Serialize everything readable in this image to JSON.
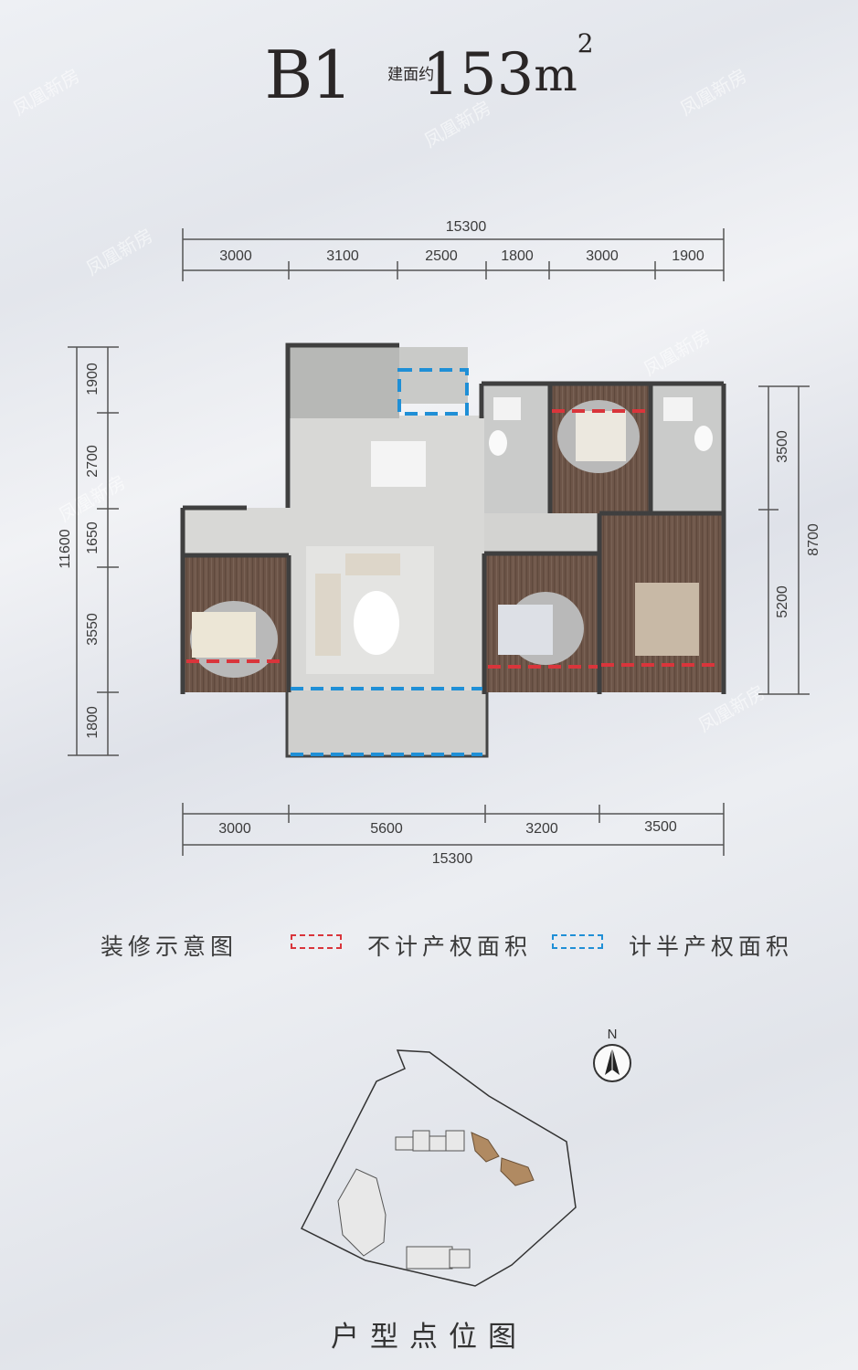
{
  "title": {
    "name": "B1",
    "sub_label": "建面约",
    "area": "153",
    "unit": "m",
    "unit_sup": "2"
  },
  "dimensions": {
    "top_total": "15300",
    "top_segments": [
      "3000",
      "3100",
      "2500",
      "1800",
      "3000",
      "1900"
    ],
    "bottom_total": "15300",
    "bottom_segments": [
      "3000",
      "5600",
      "3200",
      "3500"
    ],
    "left_total": "11600",
    "left_segments": [
      "1900",
      "2700",
      "1650",
      "3550",
      "1800"
    ],
    "right_total": "8700",
    "right_segments": [
      "3500",
      "5200"
    ]
  },
  "legend": {
    "title": "装修示意图",
    "excluded_label": "不计产权面积",
    "excluded_color": "#d9353b",
    "half_label": "计半产权面积",
    "half_color": "#1f8fd6"
  },
  "location_title": "户型点位图",
  "compass_label": "N",
  "watermark": "凤凰新房"
}
